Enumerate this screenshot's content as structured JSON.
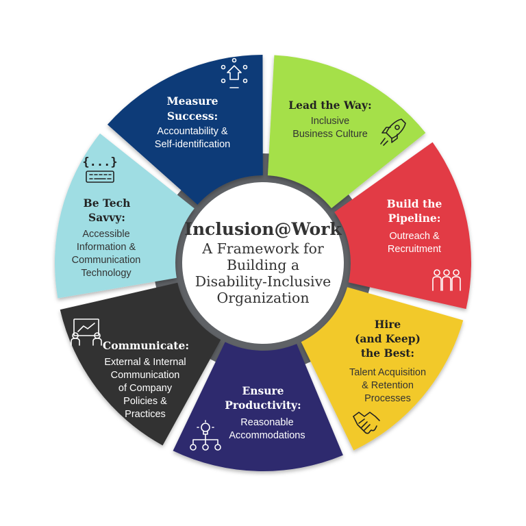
{
  "center": {
    "title": "Inclusion@Work",
    "subtitle_lines": [
      "A Framework for",
      "Building a",
      "Disability-Inclusive",
      "Organization"
    ]
  },
  "segments": [
    {
      "id": "lead",
      "title_lines": [
        "Lead the Way:"
      ],
      "sub_lines": [
        "Inclusive",
        "Business Culture"
      ],
      "icon": "rocket-icon",
      "color": "#a5e04a",
      "text_color": "#222222",
      "sub_color": "#333333"
    },
    {
      "id": "pipeline",
      "title_lines": [
        "Build the",
        "Pipeline:"
      ],
      "sub_lines": [
        "Outreach &",
        "Recruitment"
      ],
      "icon": "people-icon",
      "color": "#e23a45",
      "text_color": "#ffffff",
      "sub_color": "#ffffff"
    },
    {
      "id": "hire",
      "title_lines": [
        "Hire",
        "(and Keep)",
        "the Best:"
      ],
      "sub_lines": [
        "Talent Acquisition",
        "& Retention",
        "Processes"
      ],
      "icon": "handshake-icon",
      "color": "#f2c92a",
      "text_color": "#222222",
      "sub_color": "#333333"
    },
    {
      "id": "productivity",
      "title_lines": [
        "Ensure",
        "Productivity:"
      ],
      "sub_lines": [
        "Reasonable",
        "Accommodations"
      ],
      "icon": "lightbulb-gears-icon",
      "color": "#2e2a6e",
      "text_color": "#ffffff",
      "sub_color": "#ffffff"
    },
    {
      "id": "communicate",
      "title_lines": [
        "Communicate:"
      ],
      "sub_lines": [
        "External & Internal",
        "Communication",
        "of Company",
        "Policies &",
        "Practices"
      ],
      "icon": "presentation-icon",
      "color": "#333333",
      "text_color": "#ffffff",
      "sub_color": "#ffffff"
    },
    {
      "id": "tech",
      "title_lines": [
        "Be Tech",
        "Savvy:"
      ],
      "sub_lines": [
        "Accessible",
        "Information &",
        "Communication",
        "Technology"
      ],
      "icon": "keyboard-code-icon",
      "color": "#9fdde3",
      "text_color": "#222222",
      "sub_color": "#333333"
    },
    {
      "id": "measure",
      "title_lines": [
        "Measure",
        "Success:"
      ],
      "sub_lines": [
        "Accountability &",
        "Self-identification"
      ],
      "icon": "growth-icon",
      "color": "#0b3a78",
      "text_color": "#ffffff",
      "sub_color": "#ffffff"
    }
  ]
}
